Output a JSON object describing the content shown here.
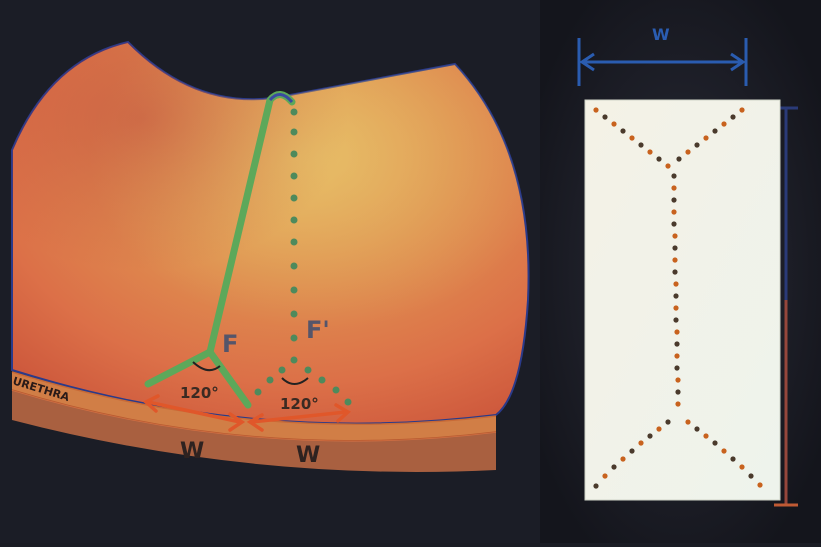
{
  "left_panel": {
    "urethra_label": "URETHRA",
    "flap_solid_label": "F",
    "flap_dotted_label": "F'",
    "angle_left_label": "120°",
    "angle_right_label": "120°",
    "width_left_label": "W",
    "width_right_label": "W"
  },
  "right_panel": {
    "width_label": "W"
  },
  "colors": {
    "background": "#1a1c24",
    "flap_green": "#5da85a",
    "dotted_green": "#4e8a5c",
    "arrow_orange": "#e0572a",
    "dimension_blue": "#2a5cb0",
    "card_white": "#f1f3ea",
    "dot_dark": "#4a3a2c",
    "dot_orange": "#c8621e"
  }
}
